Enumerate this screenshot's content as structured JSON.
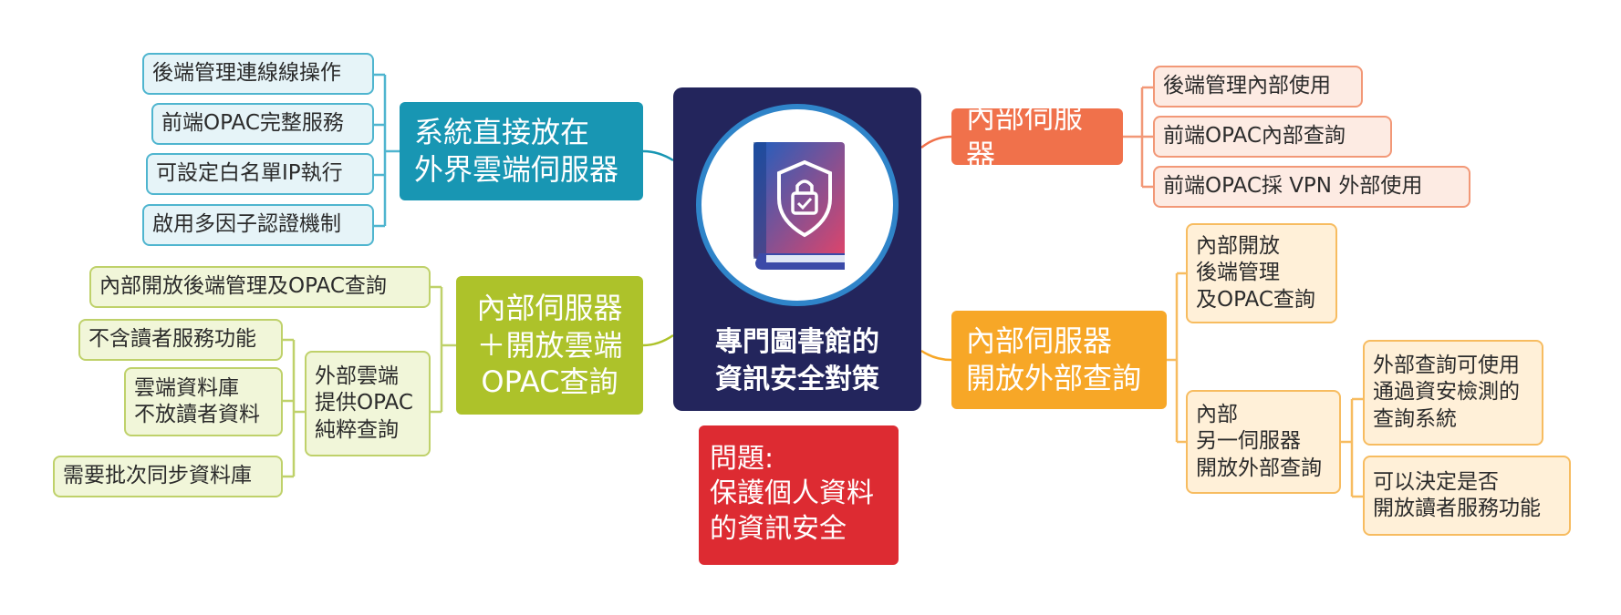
{
  "center": {
    "title": "專門圖書館的\n資訊安全對策",
    "icon": "shield-lock-book-icon"
  },
  "note": {
    "text": "問題:\n保護個人資料\n的資訊安全"
  },
  "branches": {
    "teal": {
      "label": "系統直接放在\n外界雲端伺服器",
      "items": [
        "後端管理連線線操作",
        "前端OPAC完整服務",
        "可設定白名單IP執行",
        "啟用多因子認證機制"
      ]
    },
    "orange": {
      "label": "內部伺服器",
      "items": [
        "後端管理內部使用",
        "前端OPAC內部查詢",
        "前端OPAC採 VPN 外部使用"
      ]
    },
    "amber": {
      "label": "內部伺服器\n開放外部查詢",
      "items": [
        "內部開放\n後端管理\n及OPAC查詢",
        "內部\n另一伺服器\n開放外部查詢"
      ],
      "subitems": [
        "外部查詢可使用\n通過資安檢測的\n查詢系統",
        "可以決定是否\n開放讀者服務功能"
      ]
    },
    "green": {
      "label": "內部伺服器\n＋開放雲端\nOPAC查詢",
      "items": [
        "內部開放後端管理及OPAC查詢",
        "外部雲端\n提供OPAC\n純粹查詢"
      ],
      "subitems": [
        "不含讀者服務功能",
        "雲端資料庫\n不放讀者資料",
        "需要批次同步資料庫"
      ]
    }
  },
  "colors": {
    "navy": "#23255c",
    "teal": "#1896b3",
    "orange": "#f0714b",
    "amber": "#f7a727",
    "green": "#adc22a",
    "red": "#dd2b32"
  }
}
